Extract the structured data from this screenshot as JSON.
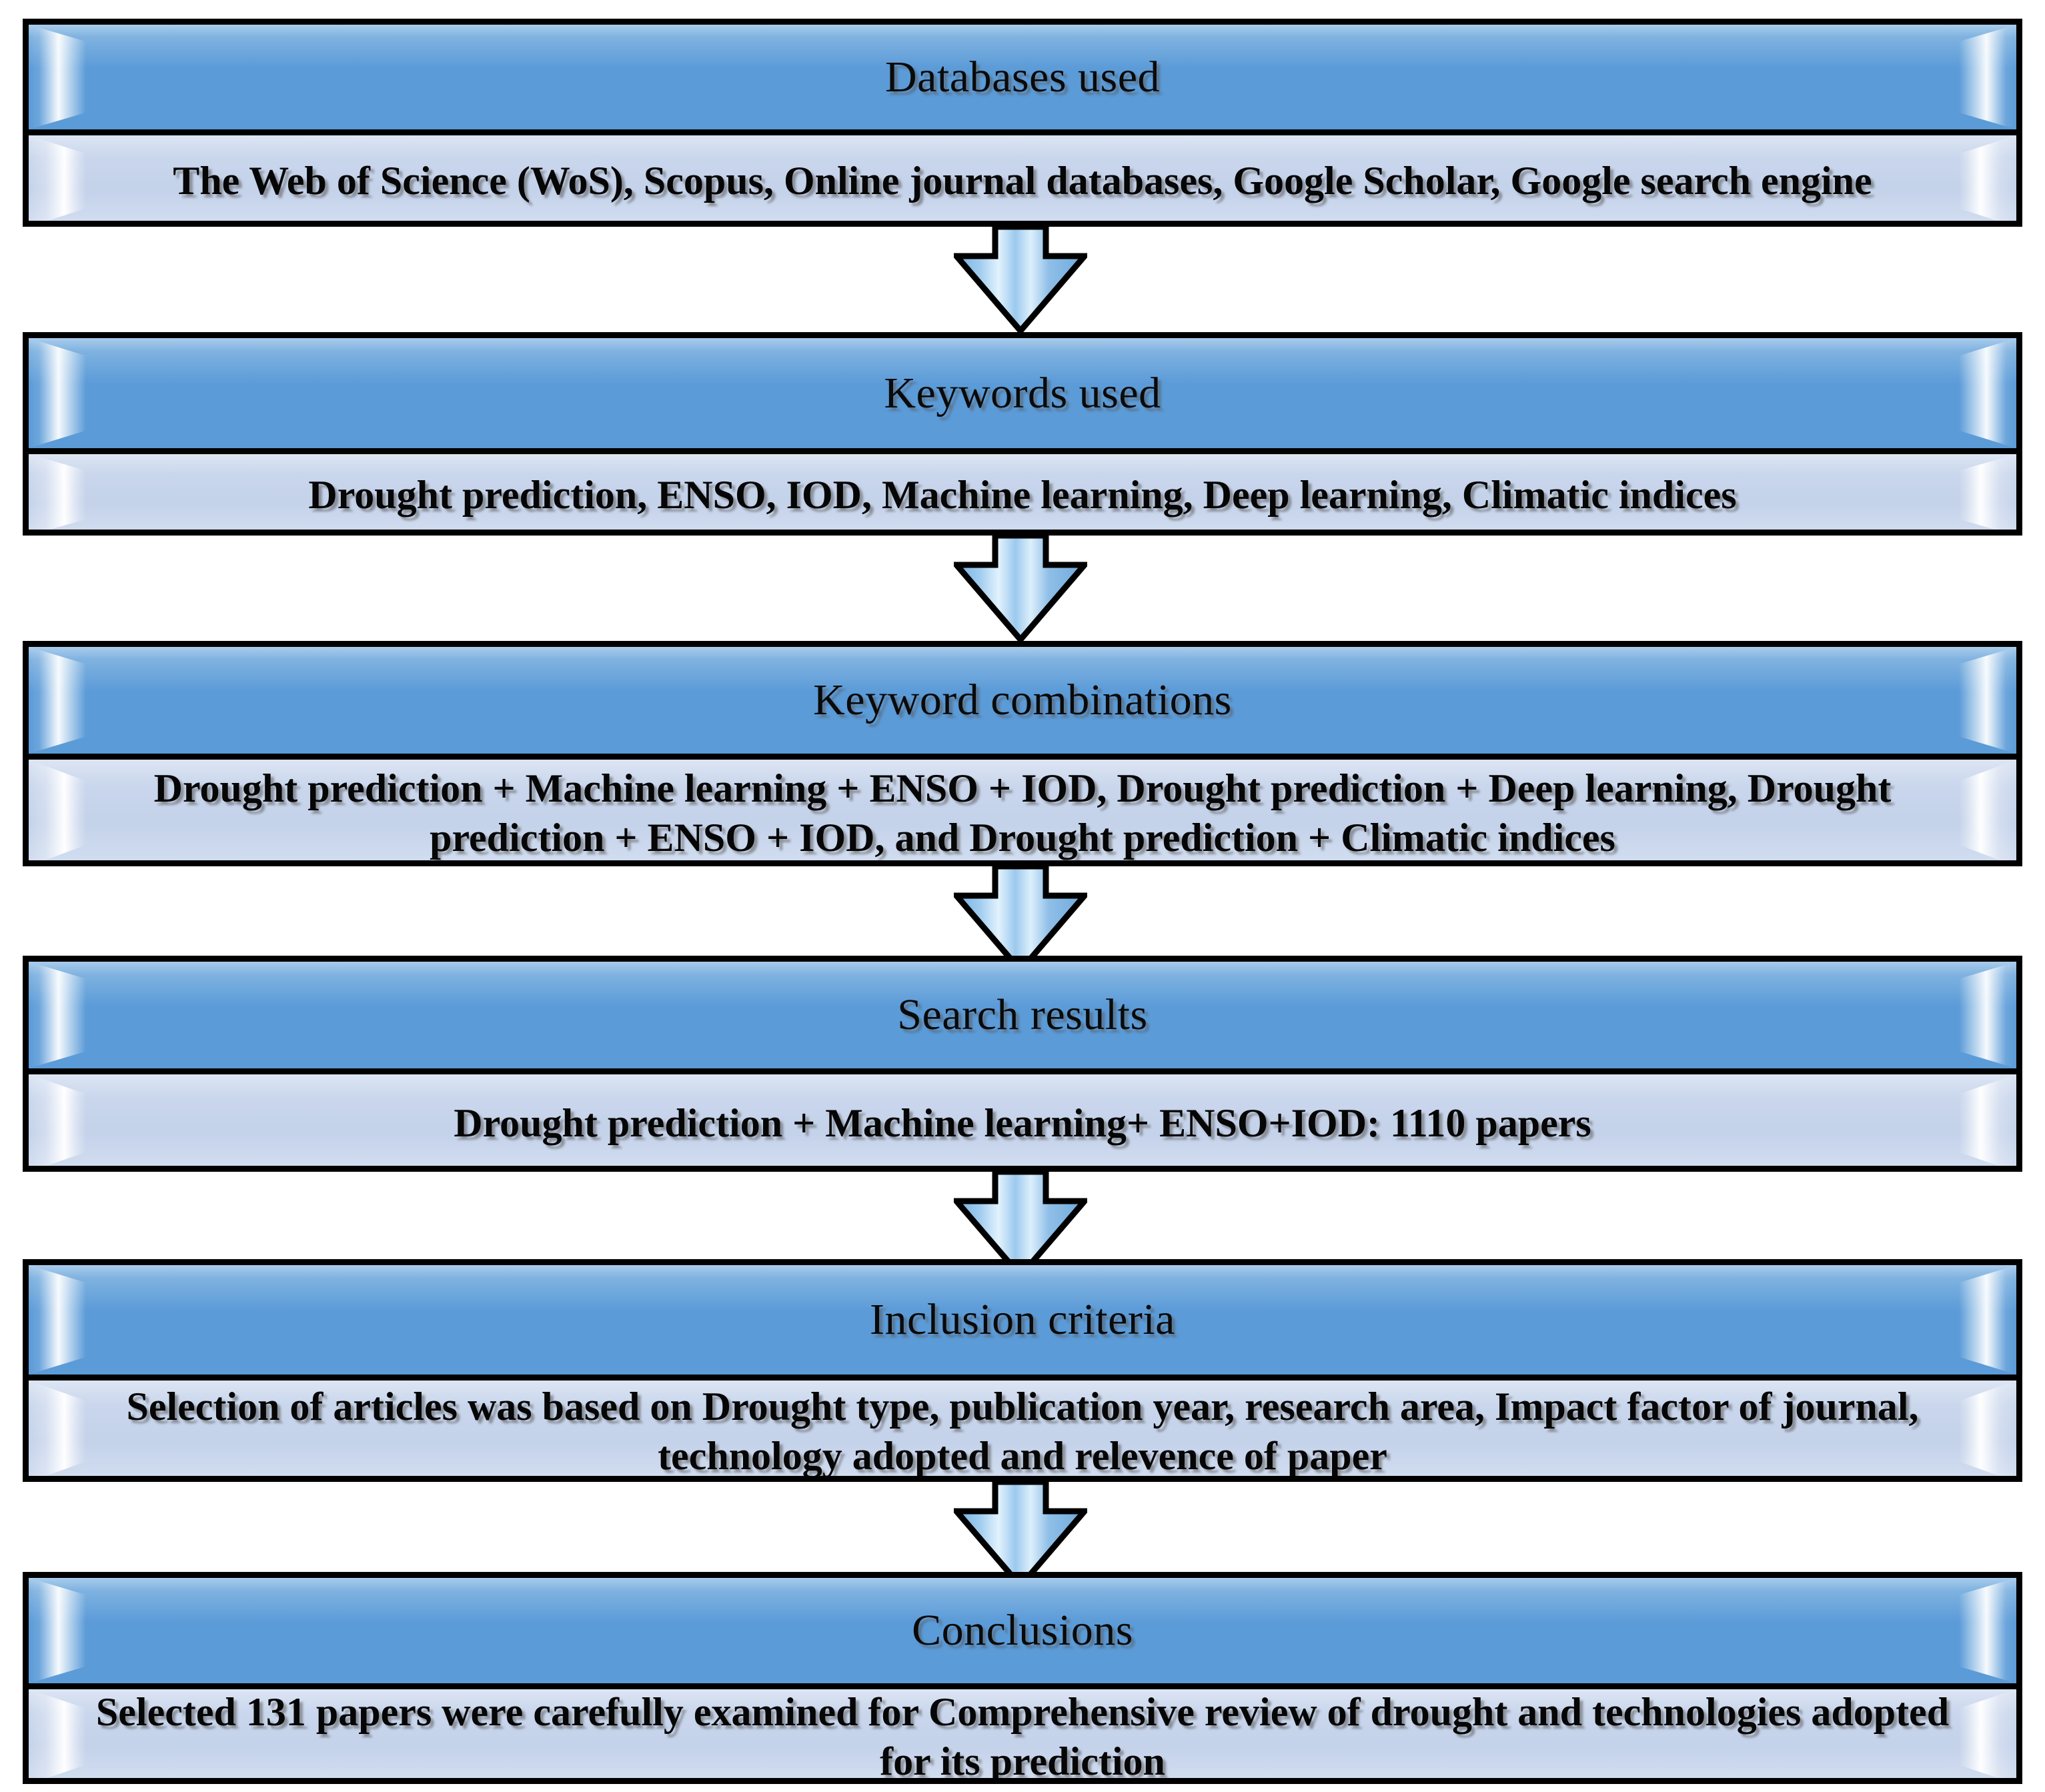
{
  "diagram": {
    "kind": "flowchart",
    "orientation": "vertical-top-down",
    "colors": {
      "header_fill": "#5B9BD8",
      "body_fill": "#C4D2EA",
      "outline": "#000000",
      "arrow_fill": "#8FC0E8",
      "arrow_highlight": "#CFE8FA"
    },
    "steps": [
      {
        "id": "databases-used",
        "title": "Databases used",
        "body": "The Web of Science (WoS), Scopus, Online journal databases, Google Scholar, Google search engine"
      },
      {
        "id": "keywords-used",
        "title": "Keywords used",
        "body": "Drought prediction, ENSO, IOD, Machine learning, Deep learning, Climatic indices"
      },
      {
        "id": "keyword-combinations",
        "title": "Keyword combinations",
        "body": "Drought prediction + Machine learning + ENSO + IOD, Drought prediction + Deep learning, Drought prediction + ENSO + IOD, and Drought prediction + Climatic indices"
      },
      {
        "id": "search-results",
        "title": "Search results",
        "body": "Drought prediction + Machine learning+ ENSO+IOD: 1110 papers"
      },
      {
        "id": "inclusion-criteria",
        "title": "Inclusion criteria",
        "body": "Selection of articles was based on Drought type, publication year, research area, Impact factor of journal, technology adopted and relevence of paper"
      },
      {
        "id": "conclusions",
        "title": "Conclusions",
        "body": "Selected 131 papers were carefully examined for Comprehensive review of drought and technologies adopted for its prediction"
      }
    ],
    "connectors": [
      {
        "id": "arrow-1",
        "from": "databases-used",
        "to": "keywords-used",
        "icon": "down-arrow-icon"
      },
      {
        "id": "arrow-2",
        "from": "keywords-used",
        "to": "keyword-combinations",
        "icon": "down-arrow-icon"
      },
      {
        "id": "arrow-3",
        "from": "keyword-combinations",
        "to": "search-results",
        "icon": "down-arrow-icon"
      },
      {
        "id": "arrow-4",
        "from": "search-results",
        "to": "inclusion-criteria",
        "icon": "down-arrow-icon"
      },
      {
        "id": "arrow-5",
        "from": "inclusion-criteria",
        "to": "conclusions",
        "icon": "down-arrow-icon"
      }
    ]
  }
}
